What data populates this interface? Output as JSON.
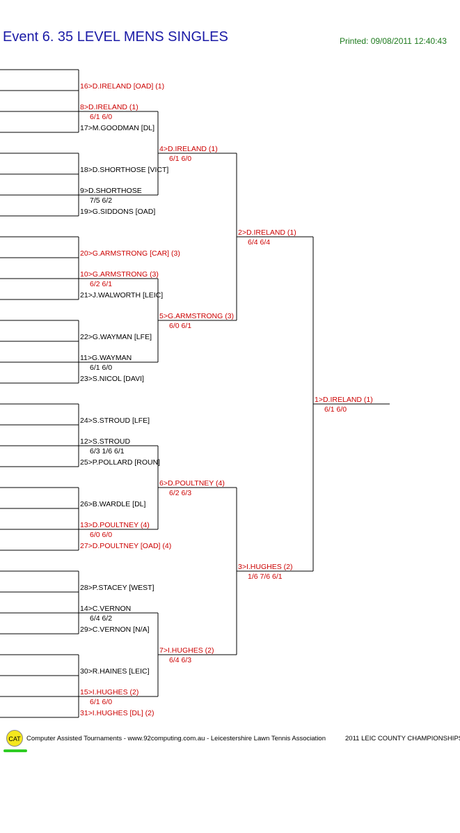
{
  "title": "Event 6. 35 LEVEL MENS SINGLES",
  "printed": "Printed: 09/08/2011 12:40:43",
  "footer": {
    "logo_text": "CAT",
    "credit": "Computer Assisted Tournaments - www.92computing.com.au -  Leicestershire Lawn Tennis Association",
    "event": "2011 LEIC COUNTY CHAMPIONSHIPS"
  },
  "colors": {
    "seeded": "#cc0000",
    "normal": "#000000",
    "title": "#1a1aa6",
    "printed": "#1d7a1d",
    "lines": "#000000"
  },
  "bracket": {
    "rounds": [
      [
        {
          "name": "16>D.IRELAND [OAD] (1)",
          "score": "",
          "seeded": true
        },
        {
          "name": "17>M.GOODMAN [DL]",
          "score": "",
          "seeded": false
        },
        {
          "name": "18>D.SHORTHOSE [VICT]",
          "score": "",
          "seeded": false
        },
        {
          "name": "19>G.SIDDONS [OAD]",
          "score": "",
          "seeded": false
        },
        {
          "name": "20>G.ARMSTRONG [CAR] (3)",
          "score": "",
          "seeded": true
        },
        {
          "name": "21>J.WALWORTH [LEIC]",
          "score": "",
          "seeded": false
        },
        {
          "name": "22>G.WAYMAN [LFE]",
          "score": "",
          "seeded": false
        },
        {
          "name": "23>S.NICOL [DAVI]",
          "score": "",
          "seeded": false
        },
        {
          "name": "24>S.STROUD [LFE]",
          "score": "",
          "seeded": false
        },
        {
          "name": "25>P.POLLARD [ROUN]",
          "score": "",
          "seeded": false
        },
        {
          "name": "26>B.WARDLE [DL]",
          "score": "",
          "seeded": false
        },
        {
          "name": "27>D.POULTNEY [OAD] (4)",
          "score": "",
          "seeded": true
        },
        {
          "name": "28>P.STACEY [WEST]",
          "score": "",
          "seeded": false
        },
        {
          "name": "29>C.VERNON [N/A]",
          "score": "",
          "seeded": false
        },
        {
          "name": "30>R.HAINES [LEIC]",
          "score": "",
          "seeded": false
        },
        {
          "name": "31>I.HUGHES [DL] (2)",
          "score": "",
          "seeded": true
        }
      ],
      [
        {
          "name": "8>D.IRELAND (1)",
          "score": "6/1 6/0",
          "seeded": true
        },
        {
          "name": "9>D.SHORTHOSE",
          "score": "7/5 6/2",
          "seeded": false
        },
        {
          "name": "10>G.ARMSTRONG (3)",
          "score": "6/2 6/1",
          "seeded": true
        },
        {
          "name": "11>G.WAYMAN",
          "score": "6/1 6/0",
          "seeded": false
        },
        {
          "name": "12>S.STROUD",
          "score": "6/3 1/6 6/1",
          "seeded": false
        },
        {
          "name": "13>D.POULTNEY (4)",
          "score": "6/0 6/0",
          "seeded": true
        },
        {
          "name": "14>C.VERNON",
          "score": "6/4 6/2",
          "seeded": false
        },
        {
          "name": "15>I.HUGHES (2)",
          "score": "6/1 6/0",
          "seeded": true
        }
      ],
      [
        {
          "name": "4>D.IRELAND (1)",
          "score": "6/1 6/0",
          "seeded": true
        },
        {
          "name": "5>G.ARMSTRONG (3)",
          "score": "6/0 6/1",
          "seeded": true
        },
        {
          "name": "6>D.POULTNEY (4)",
          "score": "6/2 6/3",
          "seeded": true
        },
        {
          "name": "7>I.HUGHES (2)",
          "score": "6/4 6/3",
          "seeded": true
        }
      ],
      [
        {
          "name": "2>D.IRELAND (1)",
          "score": "6/4 6/4",
          "seeded": true
        },
        {
          "name": "3>I.HUGHES (2)",
          "score": "1/6 7/6 6/1",
          "seeded": true
        }
      ],
      [
        {
          "name": "1>D.IRELAND (1)",
          "score": "6/1 6/0",
          "seeded": true
        }
      ]
    ]
  }
}
